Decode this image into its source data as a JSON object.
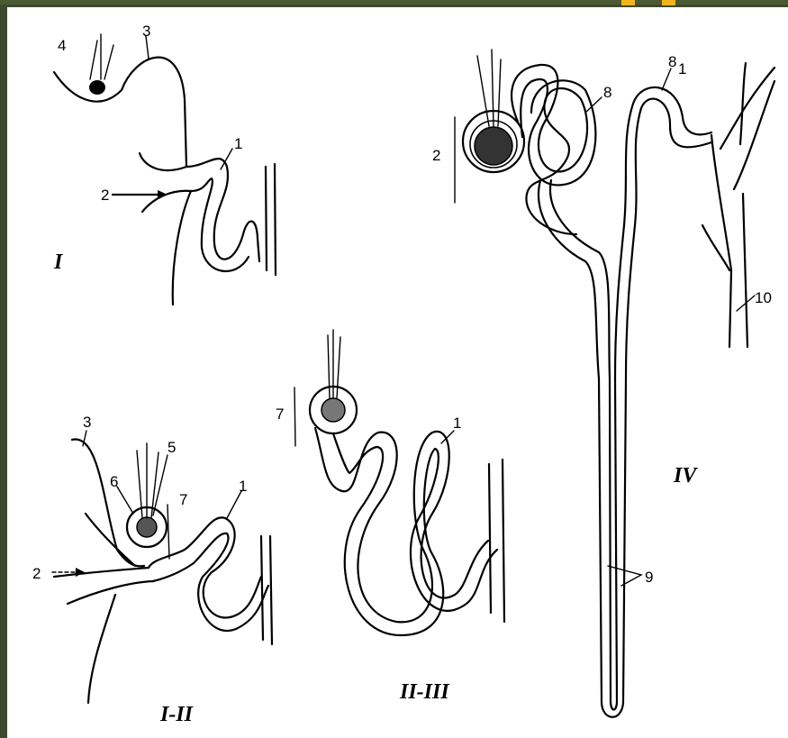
{
  "figure": {
    "stage_labels": [
      "I",
      "I-II",
      "II-III",
      "IV"
    ],
    "part_labels": {
      "n1": "1",
      "n2": "2",
      "n3": "3",
      "n4": "4",
      "n5": "5",
      "n6": "6",
      "n7": "7",
      "n8": "8",
      "n8_1": "8",
      "n8_1_sub": "1",
      "n9": "9",
      "n10": "10"
    }
  },
  "colors": {
    "frame": "#3c4a2c",
    "accent": "#f2b41c",
    "ink": "#000000",
    "paper": "#ffffff"
  }
}
